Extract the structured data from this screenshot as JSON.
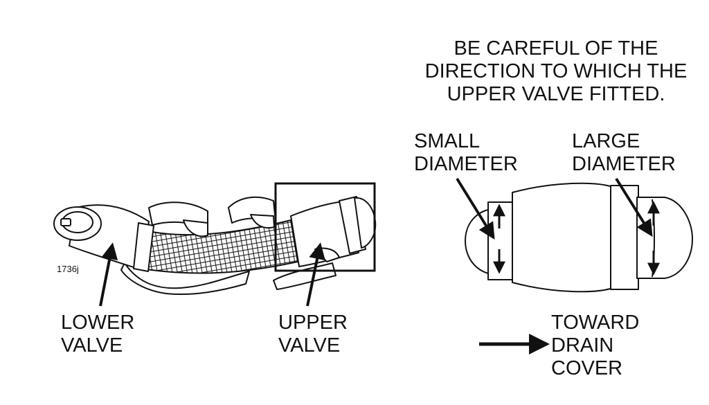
{
  "caution": {
    "lines": [
      "BE CAREFUL OF THE",
      "DIRECTION TO WHICH THE",
      "UPPER VALVE FITTED."
    ]
  },
  "labels": {
    "small_diameter": [
      "SMALL",
      "DIAMETER"
    ],
    "large_diameter": [
      "LARGE",
      "DIAMETER"
    ],
    "lower_valve": [
      "LOWER",
      "VALVE"
    ],
    "upper_valve": [
      "UPPER",
      "VALVE"
    ],
    "toward_drain_cover": [
      "TOWARD",
      "DRAIN",
      "COVER"
    ]
  },
  "figure_code": "1736j",
  "colors": {
    "ink": "#111111",
    "background": "#ffffff"
  }
}
